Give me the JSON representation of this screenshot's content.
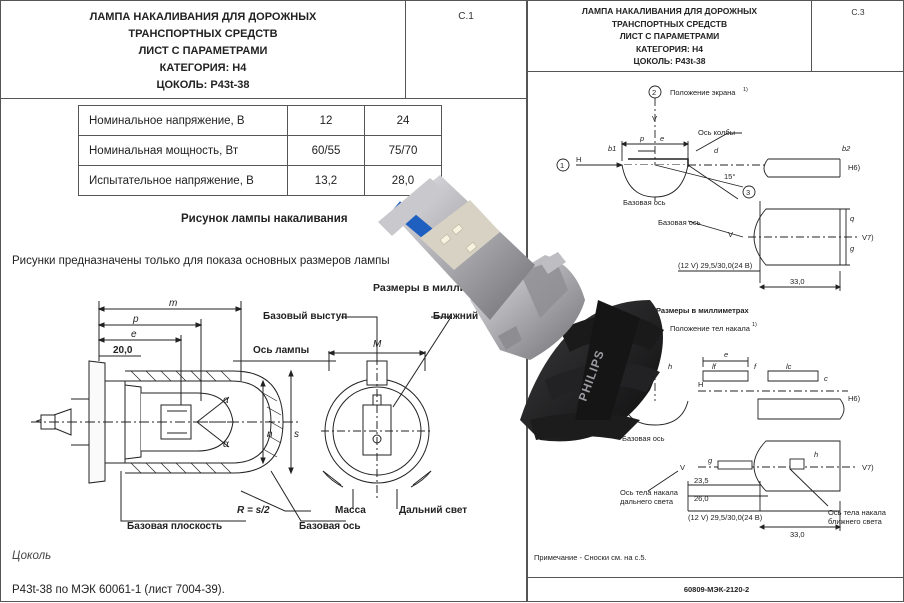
{
  "left_sheet": {
    "header": {
      "title_lines": [
        "ЛАМПА НАКАЛИВАНИЯ ДЛЯ ДОРОЖНЫХ",
        "ТРАНСПОРТНЫХ СРЕДСТВ",
        "ЛИСТ С ПАРАМЕТРАМИ",
        "КАТЕГОРИЯ: H4",
        "ЦОКОЛЬ: P43t-38"
      ],
      "page": "С.1"
    },
    "params_table": [
      {
        "label": "Номинальное напряжение, В",
        "v12": "12",
        "v24": "24"
      },
      {
        "label": "Номинальная мощность, Вт",
        "v12": "60/55",
        "v24": "75/70"
      },
      {
        "label": "Испытательное напряжение, В",
        "v12": "13,2",
        "v24": "28,0"
      }
    ],
    "figure_title": "Рисунок лампы накаливания",
    "figure_note": "Рисунки предназначены только для показа основных размеров лампы",
    "dimensions_title": "Размеры в миллим",
    "drawing": {
      "dims": {
        "m": "m",
        "p": "p",
        "e": "e",
        "d20": "20,0",
        "alpha": "α",
        "n": "n",
        "s": "s",
        "M": "M",
        "R": "R = s/2"
      },
      "callouts": {
        "base_protrusion": "Базовый выступ",
        "low_beam": "Ближний св",
        "lamp_axis": "Ось лампы",
        "mass": "Масса",
        "high_beam": "Дальний свет",
        "base_plane": "Базовая плоскость",
        "base_axis": "Базовая ось"
      }
    },
    "cap_heading": "Цоколь",
    "cap_text": "P43t-38 по МЭК 60061-1 (лист 7004-39)."
  },
  "right_sheet": {
    "header": {
      "title_lines": [
        "ЛАМПА НАКАЛИВАНИЯ ДЛЯ ДОРОЖНЫХ",
        "ТРАНСПОРТНЫХ СРЕДСТВ",
        "ЛИСТ С ПАРАМЕТРАМИ",
        "КАТЕГОРИЯ: H4",
        "ЦОКОЛЬ: P43t-38"
      ],
      "page": "С.3"
    },
    "top_drawing": {
      "screen_position": "Положение экрана",
      "sup1": "1)",
      "cap_axis": "Ось колбы",
      "base_axis": "Базовая ось",
      "base_axis2": "Базовая ось",
      "angle": "15°",
      "voltage": "(12 V) 29,5/30,0(24 В)",
      "dim_33": "33,0",
      "marks": {
        "one": "1",
        "two": "2",
        "three": "3"
      },
      "letters": {
        "p": "p",
        "e": "e",
        "d": "d",
        "b1": "b1",
        "b2": "b2",
        "H": "H",
        "H6": "H6)",
        "V": "V",
        "V7": "V7)",
        "q": "q",
        "g": "g"
      }
    },
    "dimensions_mm": "Размеры в миллиметрах",
    "bottom_drawing": {
      "filament_position": "Положение тел накала",
      "sup1": "1)",
      "base_axis": "Базовая ось",
      "high_beam_axis_1": "Ось тела накала",
      "high_beam_axis_2": "дальнего света",
      "low_beam_axis_1": "Ось тела накала",
      "low_beam_axis_2": "ближнего света",
      "dim_235": "23,5",
      "dim_260": "26,0",
      "voltage": "(12 V) 29,5/30,0(24 B)",
      "dim_33": "33,0",
      "marks": {
        "two": "2"
      },
      "letters": {
        "e": "e",
        "lf": "lf",
        "f": "f",
        "lc": "lc",
        "c": "c",
        "g": "g",
        "h": "h",
        "H": "H",
        "H6": "H6)",
        "V": "V",
        "V7": "V7)"
      }
    },
    "footnote": "Примечание - Сноски см. на с.5.",
    "doc_code": "60809-МЭК-2120-2"
  },
  "product": {
    "brand_text": "PHILIPS",
    "colors": {
      "body": "#1a1a1a",
      "metal": "#b8b8bc",
      "accent": "#1f5fbf"
    }
  }
}
